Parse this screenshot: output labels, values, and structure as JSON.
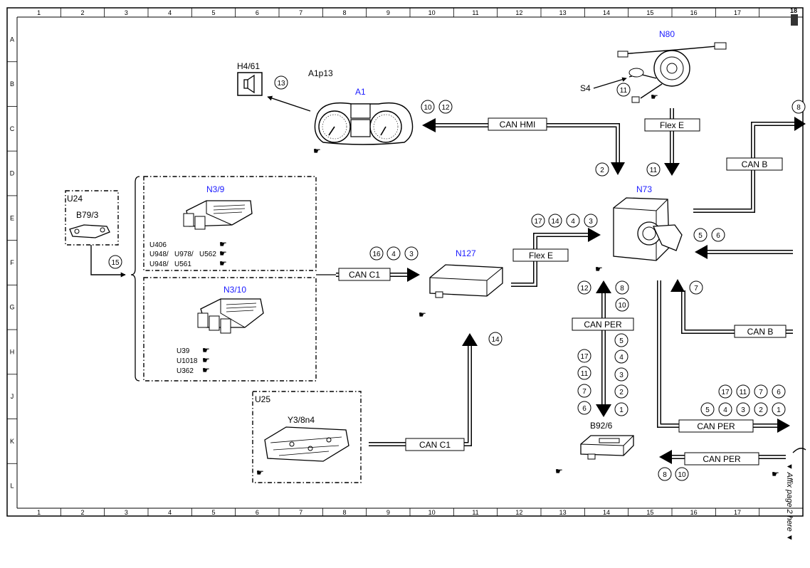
{
  "grid": {
    "columns": [
      "1",
      "2",
      "3",
      "4",
      "5",
      "6",
      "7",
      "8",
      "9",
      "10",
      "11",
      "12",
      "13",
      "14",
      "15",
      "16",
      "17",
      "18"
    ],
    "rows": [
      "A",
      "B",
      "C",
      "D",
      "E",
      "F",
      "G",
      "H",
      "J",
      "K",
      "L"
    ]
  },
  "components": {
    "h4_61": "H4/61",
    "a1p13": "A1p13",
    "a1": "A1",
    "n80": "N80",
    "s4": "S4",
    "u24": "U24",
    "b79_3": "B79/3",
    "n3_9": "N3/9",
    "n3_10": "N3/10",
    "n127": "N127",
    "n73": "N73",
    "u25": "U25",
    "y3_8n4": "Y3/8n4",
    "b92_6": "B92/6"
  },
  "codes": {
    "u406": "U406",
    "u948a": "U948/",
    "u978": "U978/",
    "u562": "U562",
    "u948b": "U948/",
    "u561": "U561",
    "u39": "U39",
    "u1018": "U1018",
    "u362": "U362"
  },
  "buses": {
    "can_hmi": "CAN HMI",
    "flex_e_top": "Flex E",
    "can_b_right": "CAN B",
    "flex_e_mid": "Flex E",
    "can_c1_mid": "CAN C1",
    "can_per_mid": "CAN PER",
    "can_b_lower": "CAN B",
    "can_per_right": "CAN PER",
    "can_per_bottom": "CAN PER",
    "can_c1_bottom": "CAN C1"
  },
  "circles": {
    "c13": "13",
    "c10_hmi": "10",
    "c12_hmi": "12",
    "c11_s4": "11",
    "c2_hmi": "2",
    "c11_flex": "11",
    "c8_edge": "8",
    "c15": "15",
    "c16_c1": "16",
    "c4_c1": "4",
    "c3_c1": "3",
    "c17_fe": "17",
    "c14_fe": "14",
    "c4_fe": "4",
    "c3_fe": "3",
    "c5_n73": "5",
    "c6_n73": "6",
    "c7_n73": "7",
    "c12_per": "12",
    "c8_per": "8",
    "c10_per": "10",
    "c5_per": "5",
    "c4_per": "4",
    "c3_per": "3",
    "c2_per": "2",
    "c1_per": "1",
    "c17_per": "17",
    "c11_per": "11",
    "c7_per": "7",
    "c6_per": "6",
    "c14_up": "14",
    "r17": "17",
    "r11": "11",
    "r7": "7",
    "r6": "6",
    "r5": "5",
    "r4": "4",
    "r3": "3",
    "r2": "2",
    "r1": "1",
    "c8_bot": "8",
    "c10_bot": "10"
  },
  "side_note": "▼ Affix page 2 here ▼",
  "page_mark": "18"
}
